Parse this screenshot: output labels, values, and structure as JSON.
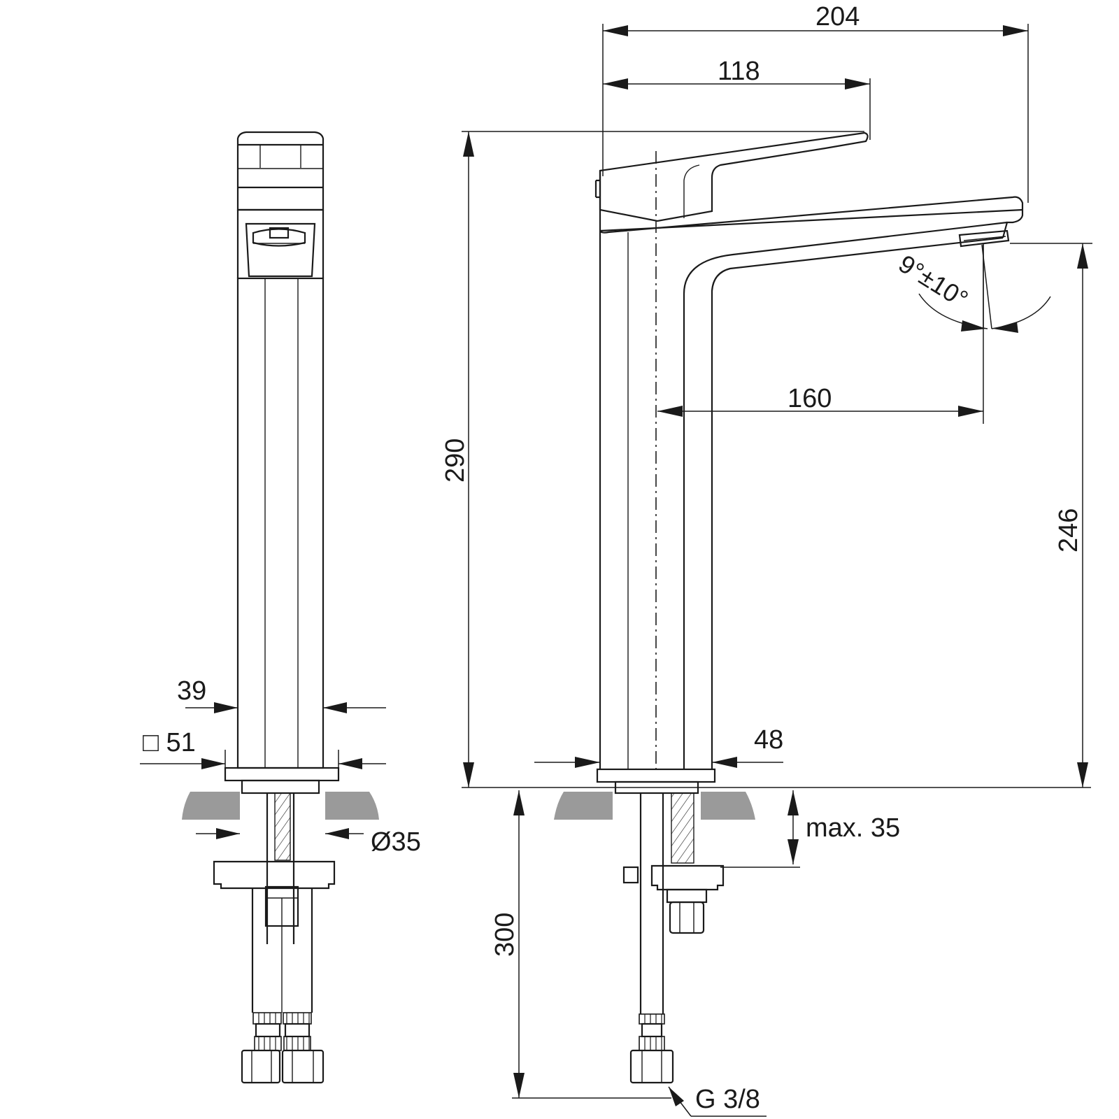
{
  "side_view": {
    "dim_tube_width": "39",
    "dim_base_square": "□ 51",
    "dim_hole_diameter": "Ø35"
  },
  "front_view": {
    "dim_total_depth": "204",
    "dim_handle_depth": "118",
    "dim_spout_reach": "160",
    "dim_total_height": "290",
    "dim_outlet_height": "246",
    "dim_base_width": "48",
    "dim_spray_angle": "9°±10°",
    "dim_max_deck": "max. 35",
    "dim_hose_length": "300",
    "thread": "G 3/8"
  }
}
